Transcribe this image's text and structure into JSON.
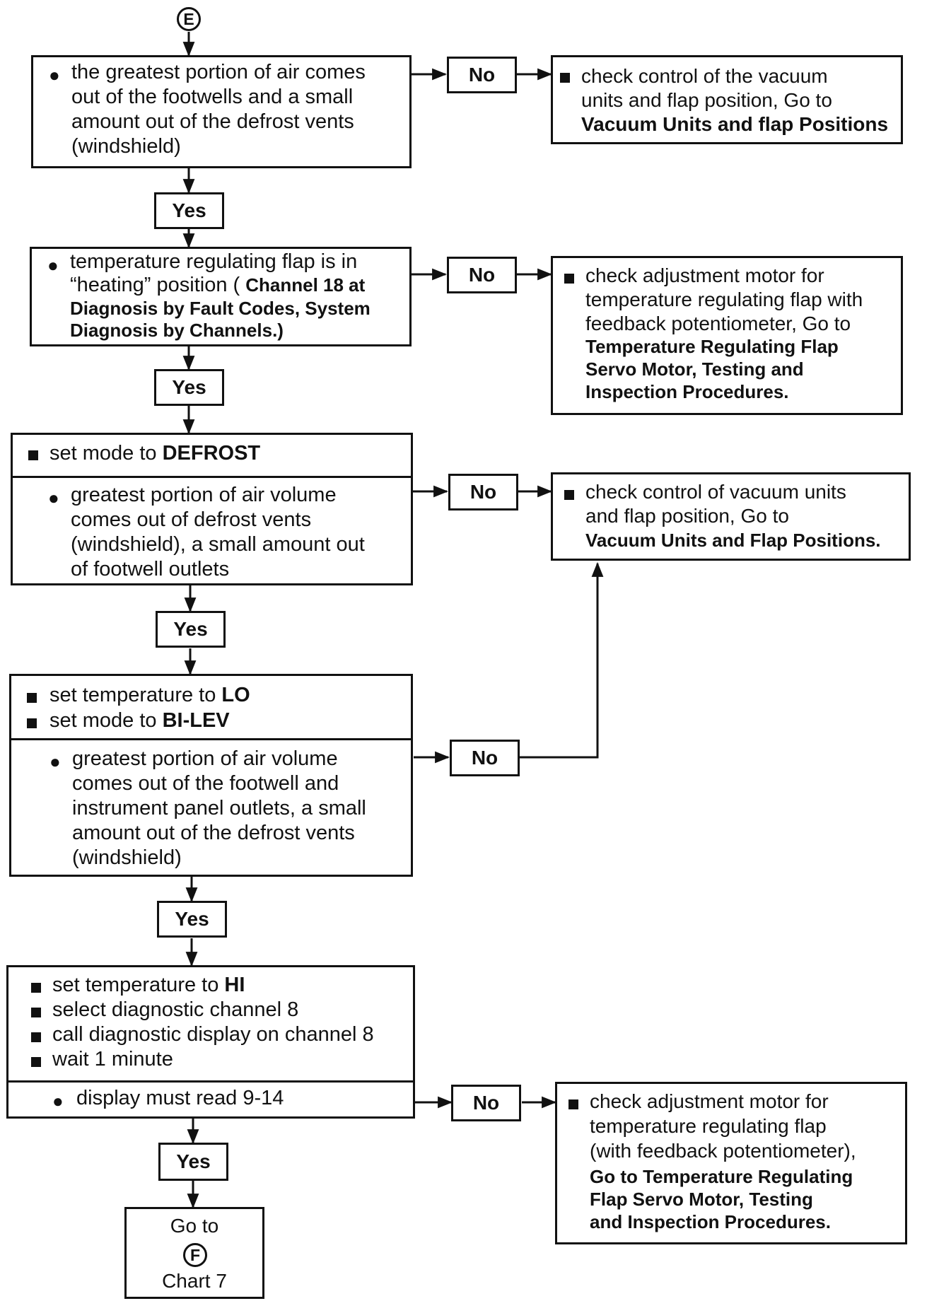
{
  "connector_start": "E",
  "step1": {
    "condition": [
      "the greatest portion of air comes",
      "out of the footwells and a small",
      "amount out of the defrost vents",
      "(windshield)"
    ],
    "no_label": "No",
    "yes_label": "Yes",
    "action": [
      "check control of the vacuum",
      "units and flap position, Go to",
      "Vacuum Units and flap Positions"
    ]
  },
  "step2": {
    "condition": [
      "temperature regulating flap is in",
      "“heating” position (",
      "Channel 18 at",
      "Diagnosis by Fault Codes, System",
      "Diagnosis by Channels.)"
    ],
    "no_label": "No",
    "yes_label": "Yes",
    "action": [
      "check adjustment motor for",
      "temperature regulating flap with",
      "feedback potentiometer, Go to",
      "Temperature Regulating Flap",
      "Servo Motor, Testing and",
      "Inspection Procedures."
    ]
  },
  "step3": {
    "instruction_prefix": "set mode to",
    "instruction_value": "DEFROST",
    "condition": [
      "greatest portion of air volume",
      "comes out of defrost vents",
      "(windshield), a small amount out",
      "of footwell outlets"
    ],
    "no_label": "No",
    "yes_label": "Yes",
    "action": [
      "check control of vacuum units",
      "and flap position, Go to",
      "Vacuum Units and Flap Positions."
    ]
  },
  "step4": {
    "instructions": [
      {
        "prefix": "set temperature to",
        "value": "LO"
      },
      {
        "prefix": "set mode to",
        "value": "BI-LEV"
      }
    ],
    "condition": [
      "greatest portion of air volume",
      "comes out of the footwell and",
      "instrument panel outlets, a small",
      "amount out of the defrost vents",
      "(windshield)"
    ],
    "no_label": "No",
    "yes_label": "Yes"
  },
  "step5": {
    "instructions": [
      {
        "prefix": "set temperature to",
        "value": "HI"
      },
      {
        "prefix": "select diagnostic channel 8",
        "value": ""
      },
      {
        "prefix": "call diagnostic display on channel 8",
        "value": ""
      },
      {
        "prefix": "wait 1 minute",
        "value": ""
      }
    ],
    "condition": "display must read 9-14",
    "no_label": "No",
    "yes_label": "Yes",
    "action": [
      "check adjustment motor for",
      "temperature regulating flap",
      "(with feedback potentiometer),",
      "Go to Temperature Regulating",
      "Flap Servo Motor, Testing",
      "and Inspection Procedures."
    ]
  },
  "end": {
    "go_to": "Go to",
    "connector": "F",
    "chart": "Chart 7"
  }
}
